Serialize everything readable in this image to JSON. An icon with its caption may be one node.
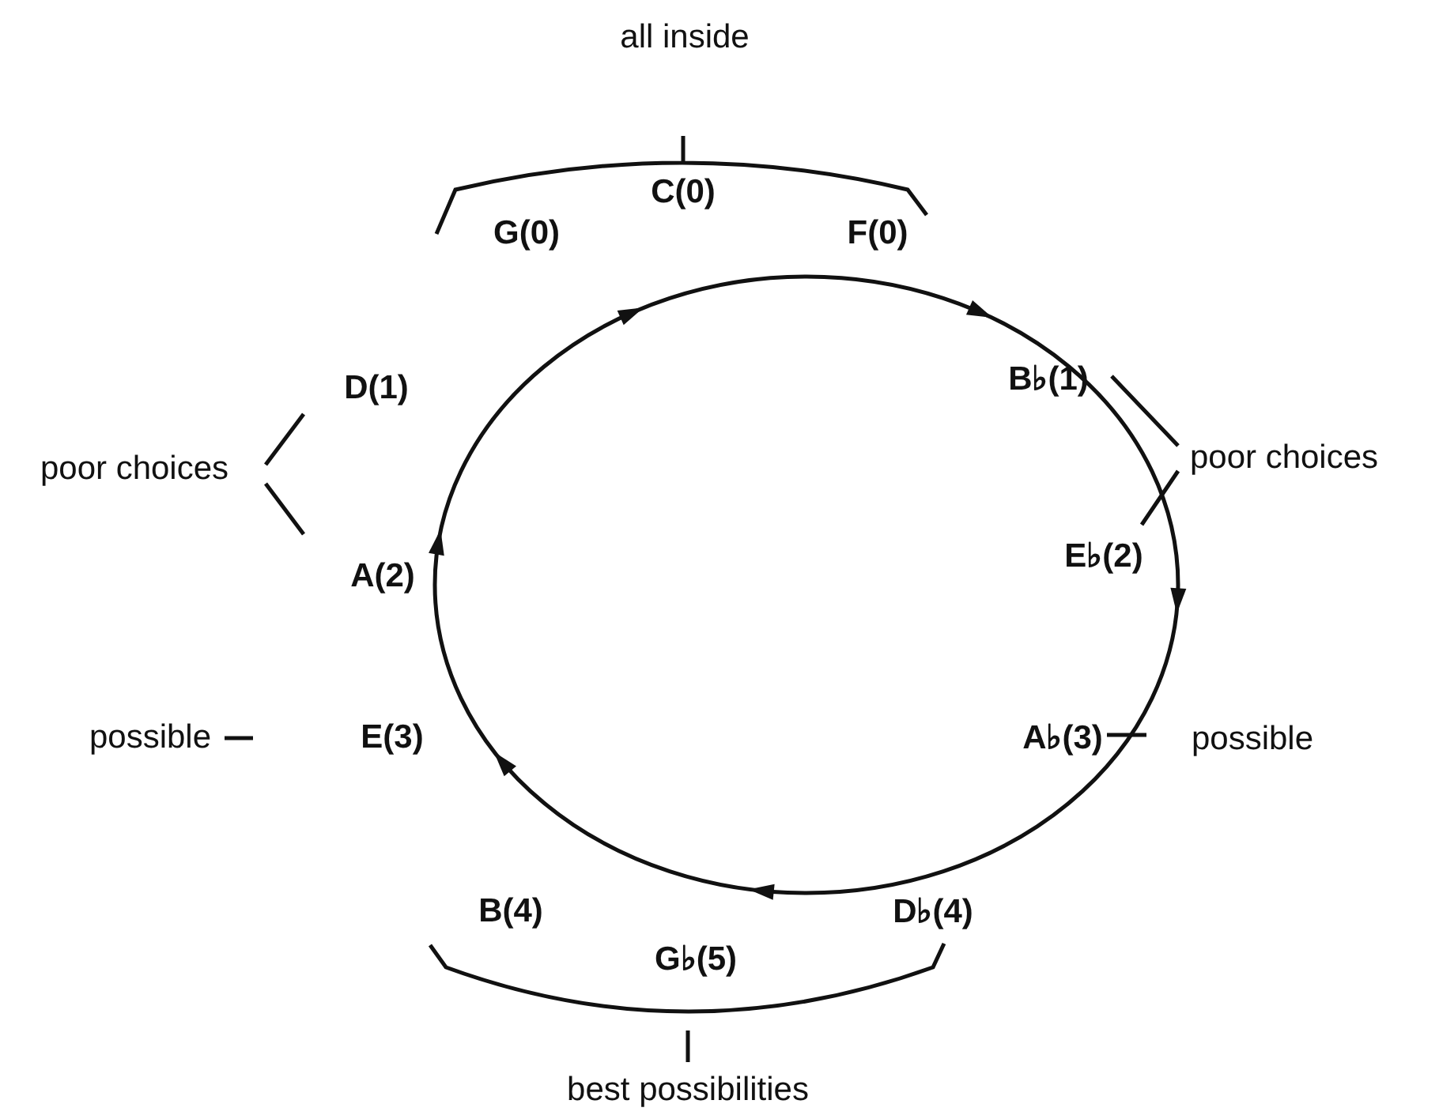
{
  "diagram": {
    "labels": [
      "all inside",
      "G(0)",
      "C(0)",
      "F(0)",
      "D(1)",
      "B♭(1)",
      "poor choices",
      "poor choices",
      "E♭(2)",
      "A(2)",
      "possible",
      "E(3)",
      "A♭(3)",
      "possible",
      "B(4)",
      "D♭(4)",
      "G♭(5)",
      "best possibilities"
    ]
  }
}
